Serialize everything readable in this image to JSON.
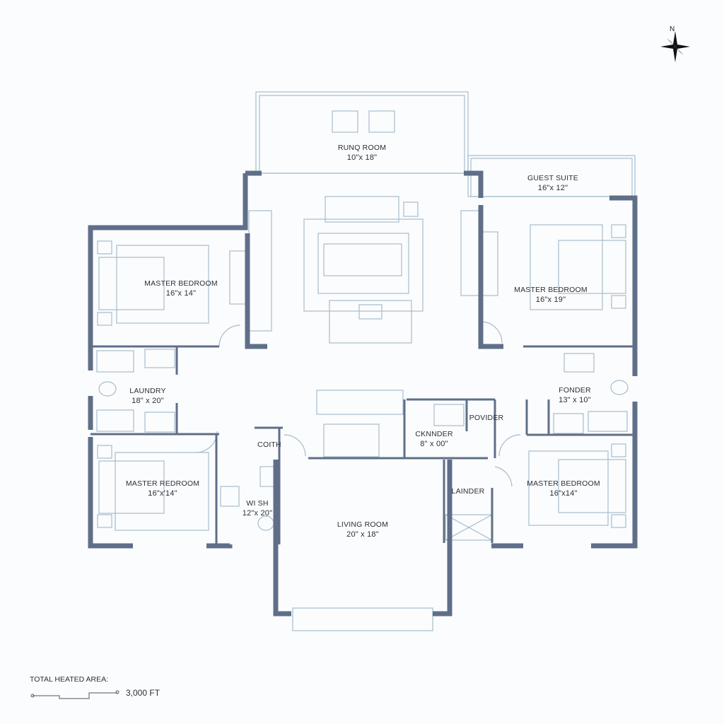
{
  "compass": {
    "label": "N",
    "icon": "north-arrow-compass-rose"
  },
  "rooms": {
    "rumpus": {
      "name": "RUNQ ROOM",
      "dim": "10\"x 18\""
    },
    "guest": {
      "name": "GUEST SUITE",
      "dim": "16\"x 12\""
    },
    "master_nw": {
      "name": "MASTER BEDROOM",
      "dim": "16\"x 14\""
    },
    "master_ne": {
      "name": "MASTER BEDROOM",
      "dim": "16\"x 19\""
    },
    "laundry": {
      "name": "LAUNDRY",
      "dim": "18\" x 20\""
    },
    "fonder": {
      "name": "FONDER",
      "dim": "13\" x 10\""
    },
    "chinder": {
      "name": "CKNNDER",
      "dim": "8\" x 00\""
    },
    "powder": {
      "name": "POVIDER",
      "dim": ""
    },
    "cloth": {
      "name": "COITH",
      "dim": ""
    },
    "master_sw": {
      "name": "MASTER REDROOM",
      "dim": "16\"x'14\""
    },
    "wish": {
      "name": "WI SH",
      "dim": "12\"x 20\""
    },
    "lainder": {
      "name": "LAINDER",
      "dim": ""
    },
    "master_se": {
      "name": "MASTER BEDROOM",
      "dim": "16\"x14\""
    },
    "living": {
      "name": "LIVING ROOM",
      "dim": "20\" x 18\""
    }
  },
  "legend": {
    "title": "TOTAL HEATED AREA:",
    "value": "3,000 FT"
  },
  "colors": {
    "wall": "#5f6f89",
    "line": "#9fb6c8",
    "text": "#2b2f36",
    "background": "#fbfcfd"
  }
}
